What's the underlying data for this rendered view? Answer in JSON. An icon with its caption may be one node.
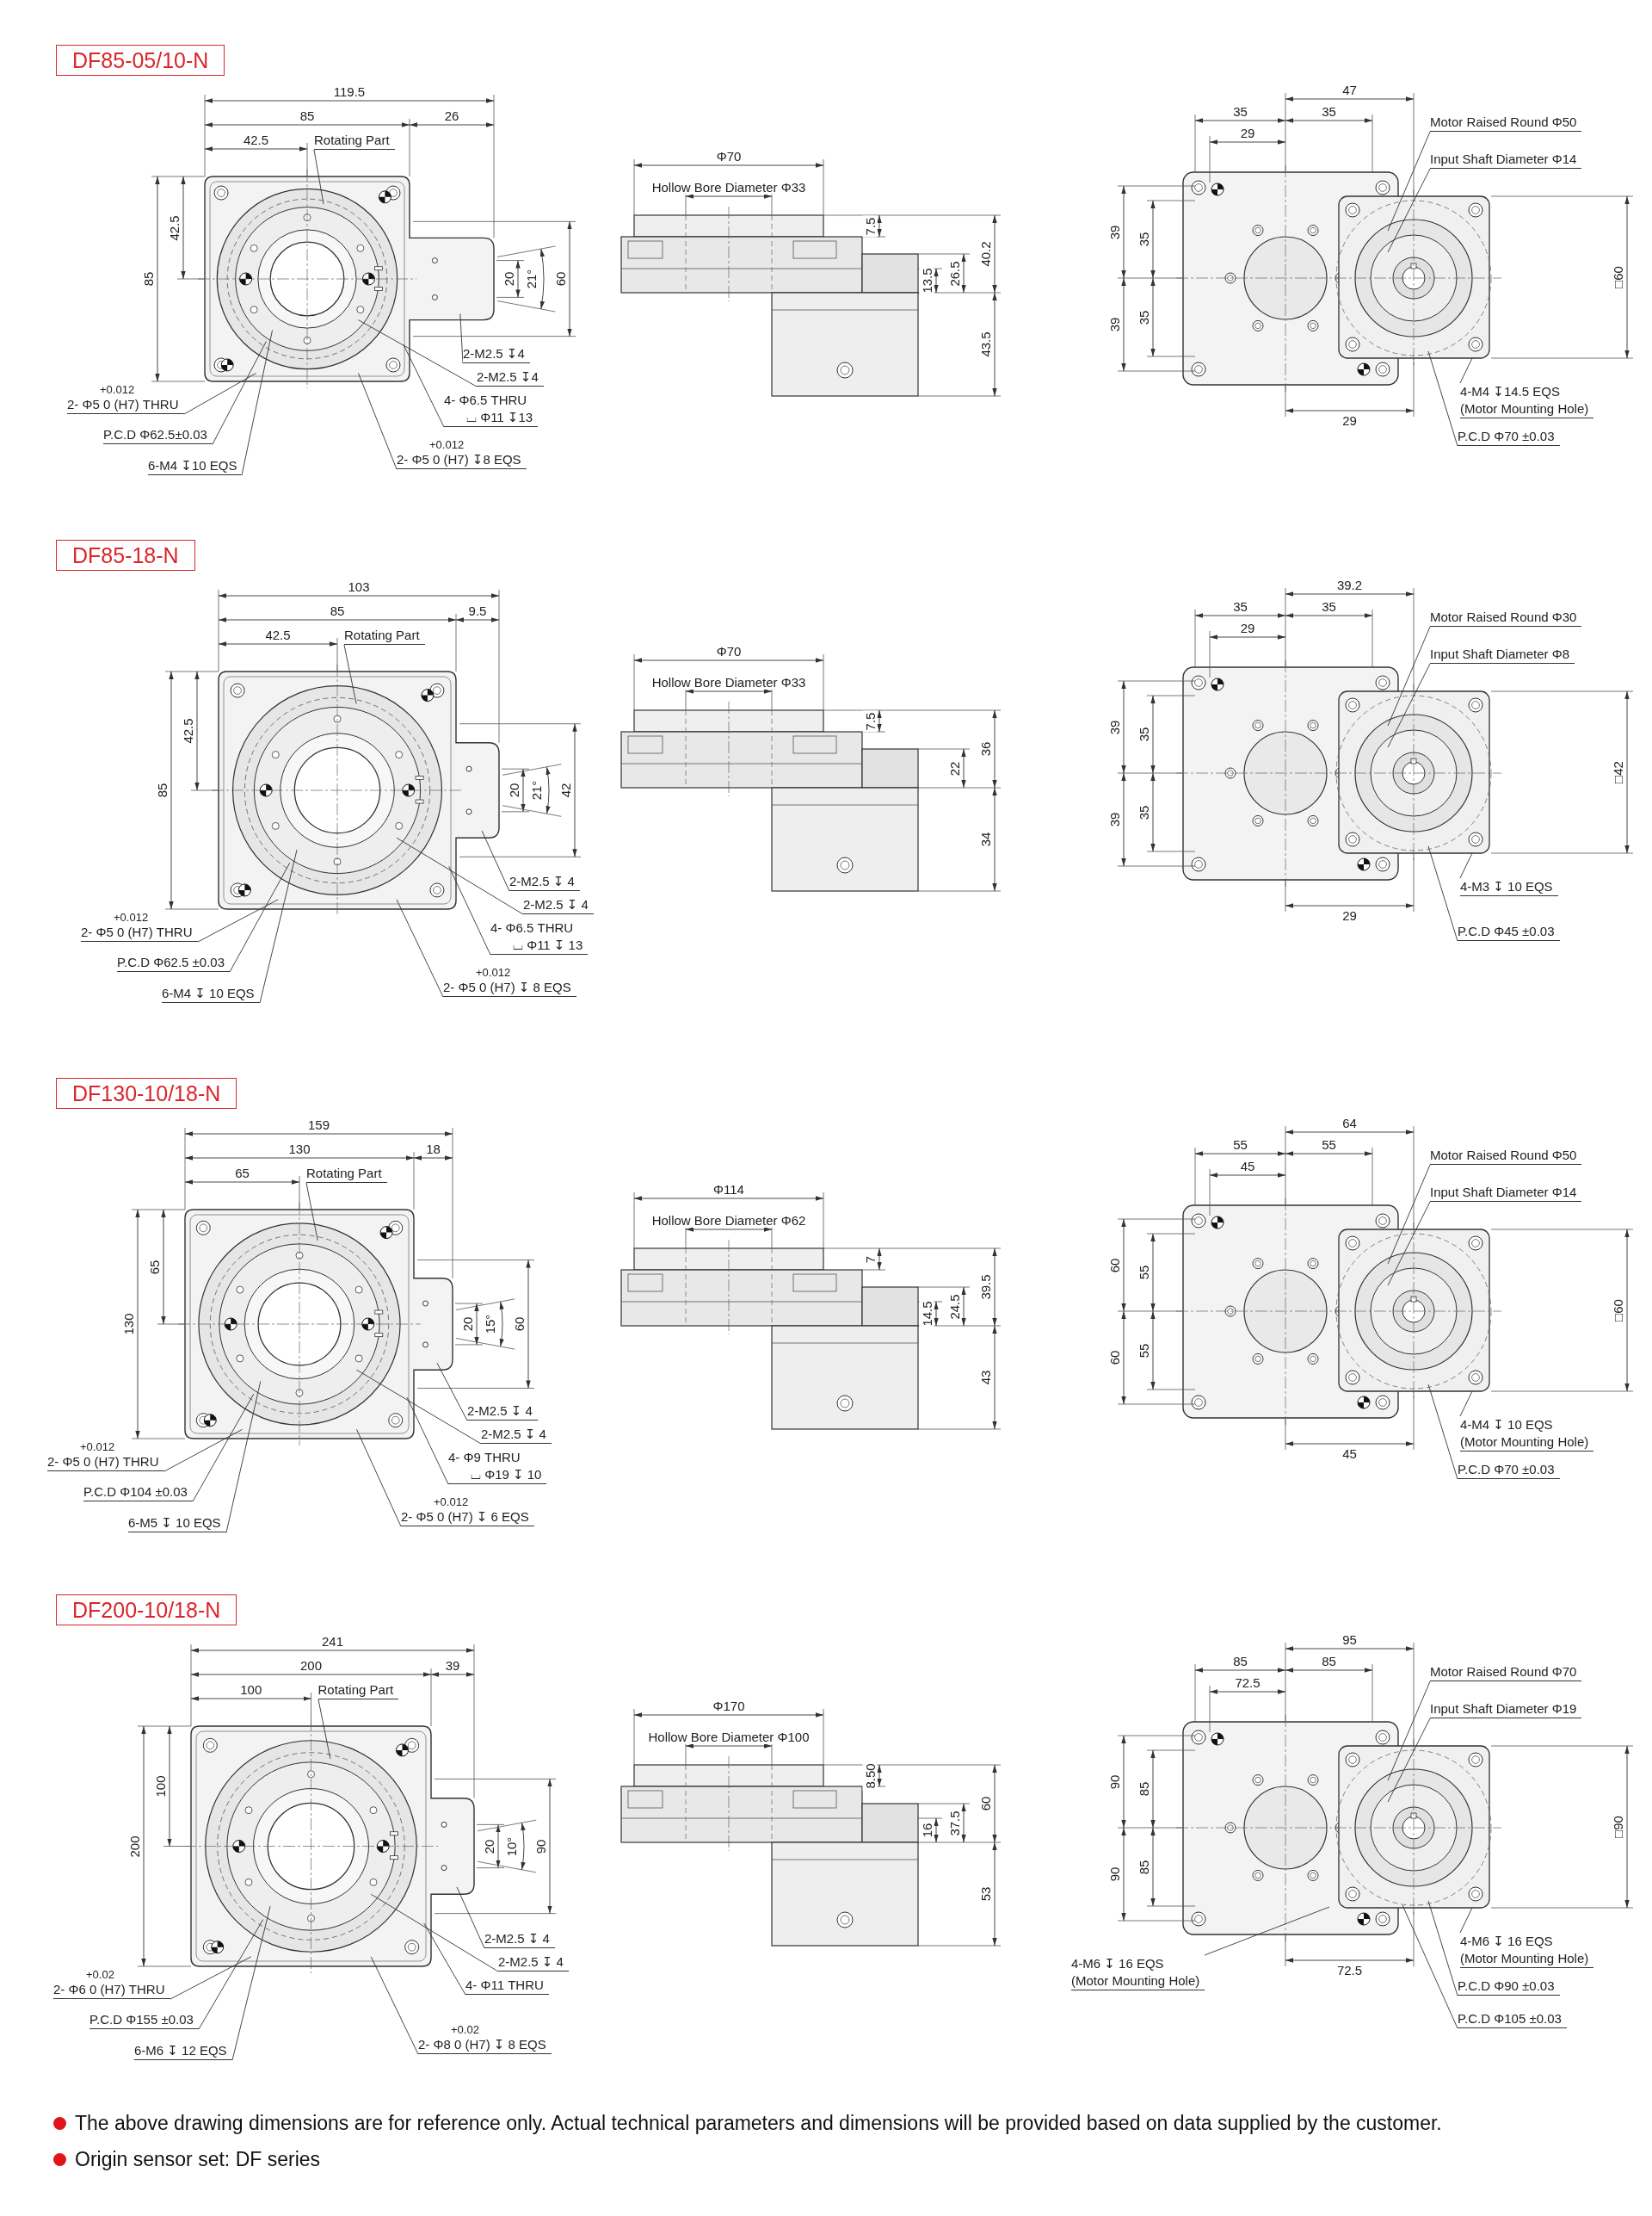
{
  "diagram": {
    "nodes": [
      {
        "text": [
          "DF85-05/10-N"
        ]
      },
      {
        "text": [
          "Rotating Part"
        ]
      },
      {
        "text": [
          "2-M2.5 ↧4"
        ]
      },
      {
        "text": [
          "2-M2.5 ↧4"
        ]
      },
      {
        "text": [
          "4- Φ6.5 THRU",
          "⌴ Φ11 ↧13"
        ]
      },
      {
        "text": [
          "+0.012",
          "2- Φ5 0 (H7) THRU"
        ]
      },
      {
        "text": [
          "P.C.D Φ62.5±0.03"
        ]
      },
      {
        "text": [
          "6-M4 ↧10 EQS"
        ]
      },
      {
        "text": [
          "+0.012",
          "2- Φ5 0 (H7) ↧8 EQS"
        ]
      },
      {
        "text": [
          "Motor Raised Round Φ50"
        ]
      },
      {
        "text": [
          "Input Shaft Diameter Φ14"
        ]
      },
      {
        "text": [
          "4-M4 ↧14.5 EQS",
          "(Motor Mounting Hole)"
        ]
      },
      {
        "text": [
          "P.C.D Φ70 ±0.03"
        ]
      },
      {
        "text": [
          "DF85-18-N"
        ]
      },
      {
        "text": [
          "Rotating Part"
        ]
      },
      {
        "text": [
          "2-M2.5 ↧ 4"
        ]
      },
      {
        "text": [
          "2-M2.5 ↧ 4"
        ]
      },
      {
        "text": [
          "4- Φ6.5 THRU",
          "⌴ Φ11 ↧ 13"
        ]
      },
      {
        "text": [
          "+0.012",
          "2- Φ5 0 (H7) THRU"
        ]
      },
      {
        "text": [
          "P.C.D Φ62.5 ±0.03"
        ]
      },
      {
        "text": [
          "6-M4 ↧ 10 EQS"
        ]
      },
      {
        "text": [
          "+0.012",
          "2- Φ5 0 (H7) ↧ 8 EQS"
        ]
      },
      {
        "text": [
          "Motor Raised Round Φ30"
        ]
      },
      {
        "text": [
          "Input Shaft Diameter Φ8"
        ]
      },
      {
        "text": [
          "4-M3 ↧ 10 EQS"
        ]
      },
      {
        "text": [
          "P.C.D Φ45 ±0.03"
        ]
      },
      {
        "text": [
          "DF130-10/18-N"
        ]
      },
      {
        "text": [
          "Rotating Part"
        ]
      },
      {
        "text": [
          "2-M2.5 ↧ 4"
        ]
      },
      {
        "text": [
          "2-M2.5 ↧ 4"
        ]
      },
      {
        "text": [
          "4- Φ9 THRU",
          "⌴ Φ19 ↧ 10"
        ]
      },
      {
        "text": [
          "+0.012",
          "2- Φ5 0 (H7) THRU"
        ]
      },
      {
        "text": [
          "P.C.D Φ104 ±0.03"
        ]
      },
      {
        "text": [
          "6-M5 ↧ 10 EQS"
        ]
      },
      {
        "text": [
          "+0.012",
          "2- Φ5 0 (H7) ↧ 6 EQS"
        ]
      },
      {
        "text": [
          "Motor Raised Round Φ50"
        ]
      },
      {
        "text": [
          "Input Shaft Diameter Φ14"
        ]
      },
      {
        "text": [
          "4-M4 ↧ 10 EQS",
          "(Motor Mounting Hole)"
        ]
      },
      {
        "text": [
          "P.C.D Φ70 ±0.03"
        ]
      },
      {
        "text": [
          "DF200-10/18-N"
        ]
      },
      {
        "text": [
          "Rotating Part"
        ]
      },
      {
        "text": [
          "2-M2.5 ↧ 4"
        ]
      },
      {
        "text": [
          "2-M2.5 ↧ 4"
        ]
      },
      {
        "text": [
          "4- Φ11 THRU"
        ]
      },
      {
        "text": [
          "+0.02",
          "2- Φ6 0 (H7) THRU"
        ]
      },
      {
        "text": [
          "P.C.D Φ155 ±0.03"
        ]
      },
      {
        "text": [
          "6-M6 ↧ 12 EQS"
        ]
      },
      {
        "text": [
          "+0.02",
          "2- Φ8 0 (H7) ↧ 8 EQS"
        ]
      },
      {
        "text": [
          "Motor Raised Round Φ70"
        ]
      },
      {
        "text": [
          "Input Shaft Diameter Φ19"
        ]
      },
      {
        "text": [
          "4-M6 ↧ 16 EQS",
          "(Motor Mounting Hole)"
        ]
      },
      {
        "text": [
          "P.C.D Φ90 ±0.03"
        ]
      },
      {
        "text": [
          "P.C.D Φ105 ±0.03"
        ]
      },
      {
        "text": [
          "4-M6 ↧ 16 EQS",
          "(Motor Mounting Hole)"
        ]
      }
    ],
    "edges": [
      {
        "from": 1,
        "to": null,
        "arrow": "none"
      },
      {
        "from": 2,
        "to": null,
        "arrow": "none"
      },
      {
        "from": 3,
        "to": null,
        "arrow": "none"
      },
      {
        "from": 4,
        "to": null,
        "arrow": "none"
      },
      {
        "from": 5,
        "to": null,
        "arrow": "none"
      },
      {
        "from": 6,
        "to": null,
        "arrow": "none"
      },
      {
        "from": 7,
        "to": null,
        "arrow": "none"
      },
      {
        "from": 8,
        "to": null,
        "arrow": "none"
      },
      {
        "from": 9,
        "to": null,
        "arrow": "none"
      },
      {
        "from": 10,
        "to": null,
        "arrow": "none"
      },
      {
        "from": 11,
        "to": null,
        "arrow": "none"
      },
      {
        "from": 12,
        "to": null,
        "arrow": "none"
      },
      {
        "from": 14,
        "to": null,
        "arrow": "none"
      },
      {
        "from": 15,
        "to": null,
        "arrow": "none"
      },
      {
        "from": 16,
        "to": null,
        "arrow": "none"
      },
      {
        "from": 17,
        "to": null,
        "arrow": "none"
      },
      {
        "from": 18,
        "to": null,
        "arrow": "none"
      },
      {
        "from": 19,
        "to": null,
        "arrow": "none"
      },
      {
        "from": 20,
        "to": null,
        "arrow": "none"
      },
      {
        "from": 21,
        "to": null,
        "arrow": "none"
      },
      {
        "from": 22,
        "to": null,
        "arrow": "none"
      },
      {
        "from": 23,
        "to": null,
        "arrow": "none"
      },
      {
        "from": 24,
        "to": null,
        "arrow": "none"
      },
      {
        "from": 25,
        "to": null,
        "arrow": "none"
      },
      {
        "from": 27,
        "to": null,
        "arrow": "none"
      },
      {
        "from": 28,
        "to": null,
        "arrow": "none"
      },
      {
        "from": 29,
        "to": null,
        "arrow": "none"
      },
      {
        "from": 30,
        "to": null,
        "arrow": "none"
      },
      {
        "from": 31,
        "to": null,
        "arrow": "none"
      },
      {
        "from": 32,
        "to": null,
        "arrow": "none"
      },
      {
        "from": 33,
        "to": null,
        "arrow": "none"
      },
      {
        "from": 34,
        "to": null,
        "arrow": "none"
      },
      {
        "from": 35,
        "to": null,
        "arrow": "none"
      },
      {
        "from": 36,
        "to": null,
        "arrow": "none"
      },
      {
        "from": 37,
        "to": null,
        "arrow": "none"
      },
      {
        "from": 38,
        "to": null,
        "arrow": "none"
      },
      {
        "from": 40,
        "to": null,
        "arrow": "none"
      },
      {
        "from": 41,
        "to": null,
        "arrow": "none"
      },
      {
        "from": 42,
        "to": null,
        "arrow": "none"
      },
      {
        "from": 43,
        "to": null,
        "arrow": "none"
      },
      {
        "from": 44,
        "to": null,
        "arrow": "none"
      },
      {
        "from": 45,
        "to": null,
        "arrow": "none"
      },
      {
        "from": 46,
        "to": null,
        "arrow": "none"
      },
      {
        "from": 47,
        "to": null,
        "arrow": "none"
      },
      {
        "from": 48,
        "to": null,
        "arrow": "none"
      },
      {
        "from": 49,
        "to": null,
        "arrow": "none"
      },
      {
        "from": 50,
        "to": null,
        "arrow": "none"
      },
      {
        "from": 51,
        "to": null,
        "arrow": "none"
      },
      {
        "from": 52,
        "to": null,
        "arrow": "none"
      },
      {
        "from": 53,
        "to": null,
        "arrow": "none"
      }
    ],
    "labels": [
      "119.5",
      "85",
      "42.5",
      "26",
      "85",
      "42.5",
      "20",
      "21°",
      "60",
      "Φ70",
      "Hollow Bore Diameter Φ33",
      "7.5",
      "13.5",
      "26.5",
      "40.2",
      "43.5",
      "47",
      "35",
      "35",
      "29",
      "39",
      "35",
      "39",
      "35",
      "□60",
      "29",
      "103",
      "85",
      "42.5",
      "9.5",
      "85",
      "42.5",
      "20",
      "21°",
      "42",
      "Φ70",
      "Hollow Bore Diameter Φ33",
      "7.5",
      "22",
      "36",
      "34",
      "39.2",
      "35",
      "35",
      "29",
      "39",
      "35",
      "39",
      "35",
      "□42",
      "29",
      "159",
      "130",
      "65",
      "18",
      "130",
      "65",
      "20",
      "15°",
      "60",
      "Φ114",
      "Hollow Bore Diameter Φ62",
      "7",
      "14.5",
      "24.5",
      "39.5",
      "43",
      "64",
      "55",
      "55",
      "45",
      "60",
      "55",
      "60",
      "55",
      "□60",
      "45",
      "241",
      "200",
      "100",
      "39",
      "200",
      "100",
      "20",
      "10°",
      "90",
      "Φ170",
      "Hollow Bore Diameter Φ100",
      "8.50",
      "16",
      "37.5",
      "60",
      "53",
      "95",
      "85",
      "85",
      "72.5",
      "90",
      "85",
      "90",
      "85",
      "□90",
      "72.5",
      "The above drawing dimensions are for reference only. Actual technical parameters and dimensions will be provided based on data supplied by the customer.",
      "Origin sensor set: DF series"
    ]
  }
}
